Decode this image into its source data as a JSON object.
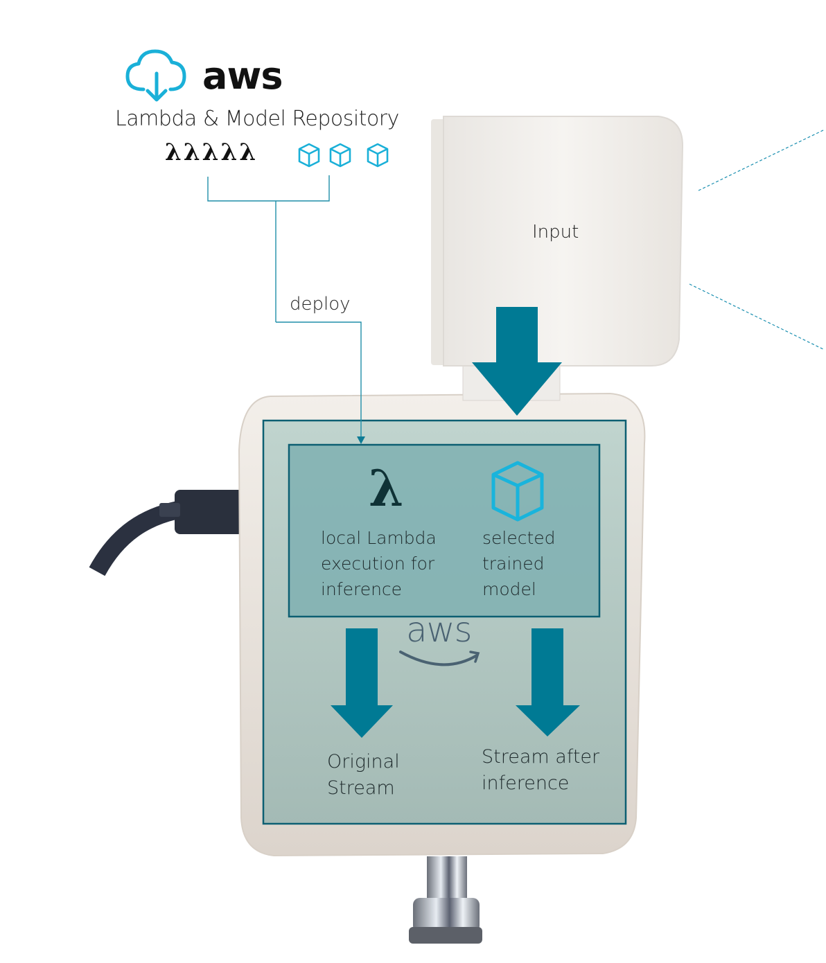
{
  "cloud": {
    "icon": "cloud-download-icon",
    "brand": "aws",
    "title": "Lambda & Model Repository",
    "lambda_symbols": "λλλλλ",
    "model_icon_count": 3
  },
  "connector": {
    "label": "deploy"
  },
  "device": {
    "input_label": "Input",
    "lambda_symbol": "λ",
    "lambda_description": [
      "local Lambda",
      "execution for",
      "inference"
    ],
    "model_description": [
      "selected",
      "trained",
      "model"
    ],
    "logo_text": "aws",
    "outputs": [
      {
        "lines": [
          "Original",
          "Stream"
        ]
      },
      {
        "lines": [
          "Stream after",
          "inference"
        ]
      }
    ]
  },
  "colors": {
    "accent_teal": "#007a94",
    "cyan_icon": "#1ab0d8",
    "box_border": "#0c5f72",
    "inner_fill": "#82b1b3",
    "outer_fill": "#a8c5c2"
  }
}
